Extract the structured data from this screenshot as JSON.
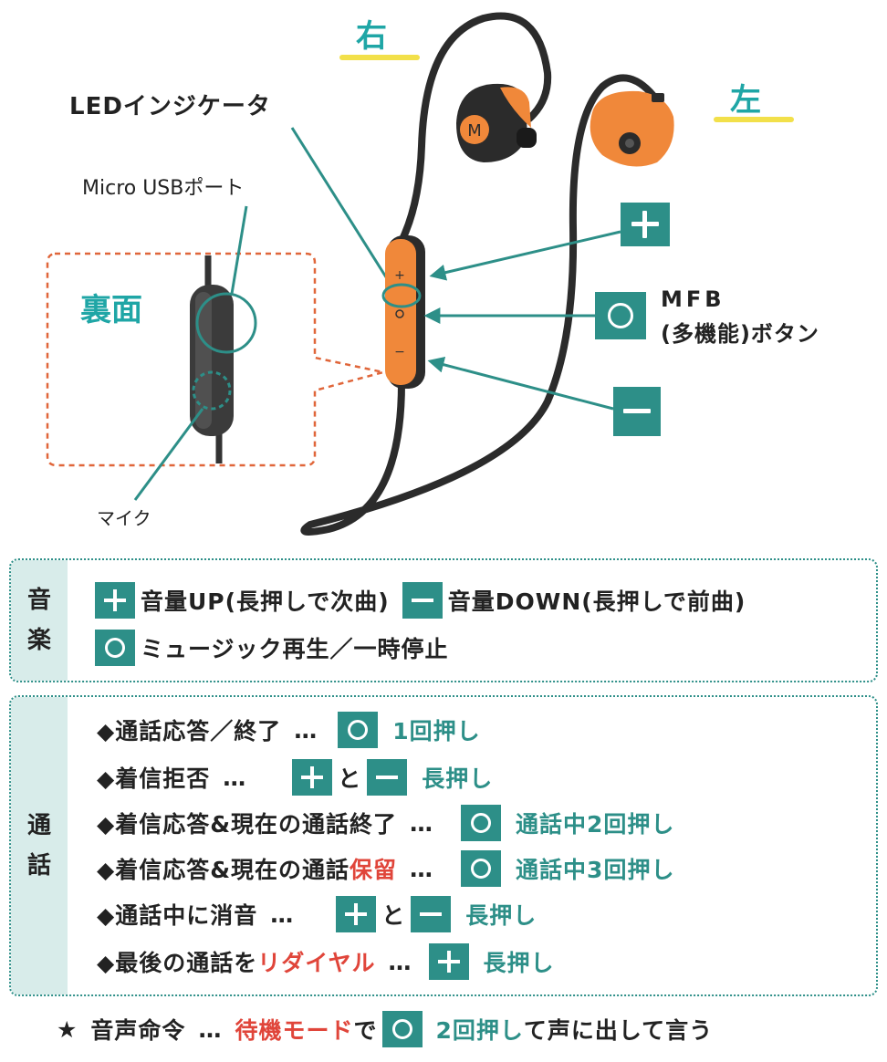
{
  "diagram": {
    "right_label": "右",
    "left_label": "左",
    "led_label": "LEDインジケータ",
    "usb_label": "Micro USBポート",
    "back_label": "裏面",
    "mic_label": "マイク",
    "mfb_label_line1": "MFB",
    "mfb_label_line2": "(多機能)ボタン"
  },
  "music": {
    "side_chars": [
      "音",
      "楽"
    ],
    "vol_up": "音量UP(長押しで次曲)",
    "vol_down": "音量DOWN(長押しで前曲)",
    "play_pause": "ミュージック再生／一時停止"
  },
  "call": {
    "side_chars": [
      "通",
      "話"
    ],
    "rows": [
      {
        "prefix": "◆通話応答／終了",
        "dots": "…",
        "action": "1回押し"
      },
      {
        "prefix": "◆着信拒否",
        "dots": "…",
        "and": "と",
        "action": "長押し"
      },
      {
        "prefix": "◆着信応答&現在の通話終了",
        "dots": "…",
        "action": "通話中2回押し"
      },
      {
        "prefix": "◆着信応答&現在の通話",
        "highlight": "保留",
        "dots": "…",
        "action": "通話中3回押し"
      },
      {
        "prefix": "◆通話中に消音",
        "dots": "…",
        "and": "と",
        "action": "長押し"
      },
      {
        "prefix": "◆最後の通話を",
        "highlight": "リダイヤル",
        "dots": "…",
        "action": "長押し"
      }
    ]
  },
  "footer": {
    "star": "★",
    "label": "音声命令",
    "dots": "…",
    "highlight": "待機モード",
    "de": "で",
    "action": "2回押し",
    "suffix": "て声に出して言う"
  },
  "colors": {
    "teal": "#2d8f88",
    "label_teal": "#1fa6a6",
    "orange": "#f0883a",
    "red": "#e0453a",
    "panel_side": "#d8ecea",
    "underline_yellow": "#f2e04a"
  }
}
